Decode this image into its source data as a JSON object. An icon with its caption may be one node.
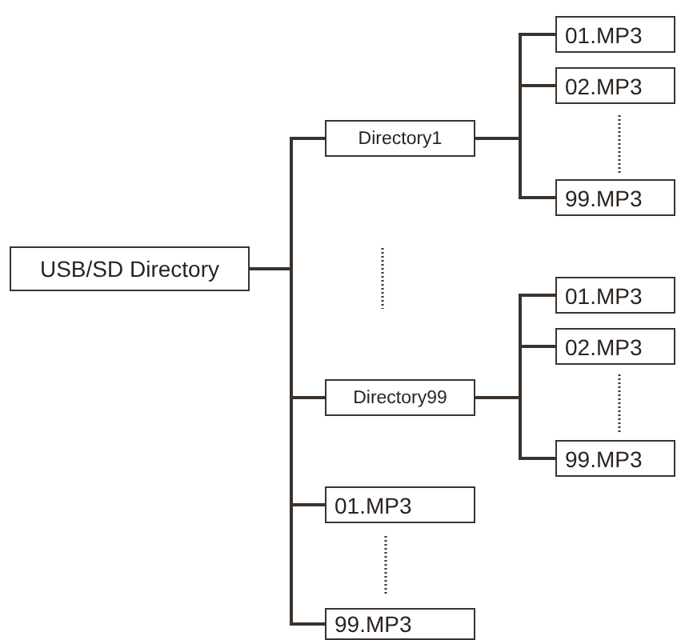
{
  "diagram": {
    "nodes": [
      {
        "text": [
          "USB/SD Directory"
        ]
      },
      {
        "text": [
          "Directory1"
        ]
      },
      {
        "text": [
          "01.MP3"
        ]
      },
      {
        "text": [
          "02.MP3"
        ]
      },
      {
        "text": [
          "99.MP3"
        ]
      },
      {
        "text": [
          "Directory99"
        ]
      },
      {
        "text": [
          "01.MP3"
        ]
      },
      {
        "text": [
          "02.MP3"
        ]
      },
      {
        "text": [
          "99.MP3"
        ]
      },
      {
        "text": [
          "01.MP3"
        ]
      },
      {
        "text": [
          "99.MP3"
        ]
      }
    ],
    "edges": [
      {
        "from": 0,
        "to": 1,
        "arrow": "none"
      },
      {
        "from": 0,
        "to": 5,
        "arrow": "none"
      },
      {
        "from": 0,
        "to": 9,
        "arrow": "none"
      },
      {
        "from": 0,
        "to": 10,
        "arrow": "none"
      },
      {
        "from": 1,
        "to": 2,
        "arrow": "none"
      },
      {
        "from": 1,
        "to": 3,
        "arrow": "none"
      },
      {
        "from": 1,
        "to": 4,
        "arrow": "none"
      },
      {
        "from": 5,
        "to": 6,
        "arrow": "none"
      },
      {
        "from": 5,
        "to": 7,
        "arrow": "none"
      },
      {
        "from": 5,
        "to": 8,
        "arrow": "none"
      }
    ]
  }
}
